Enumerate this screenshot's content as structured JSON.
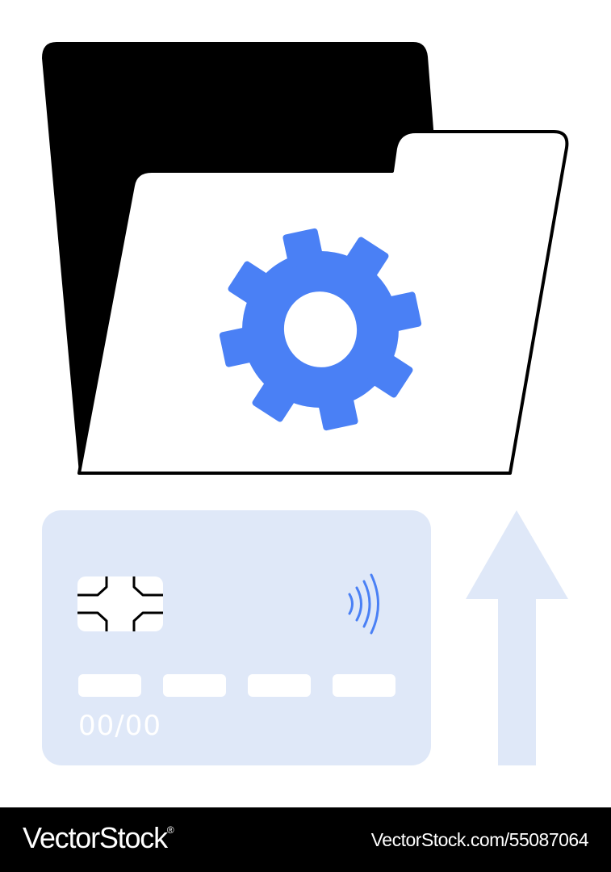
{
  "illustration": {
    "folder": {
      "back_color": "#000000",
      "front_color": "#ffffff",
      "icon": "gear-icon",
      "icon_color": "#4a80f5"
    },
    "card": {
      "color": "#dfe8f8",
      "expiry": "00/00",
      "chip_icon": "chip-icon",
      "contactless_icon": "contactless-icon",
      "number_groups": 4
    },
    "arrow": {
      "icon": "arrow-up-icon",
      "color": "#dfe8f8"
    }
  },
  "footer": {
    "brand": "VectorStock",
    "registered_mark": "®",
    "image_id": "VectorStock.com/55087064"
  }
}
